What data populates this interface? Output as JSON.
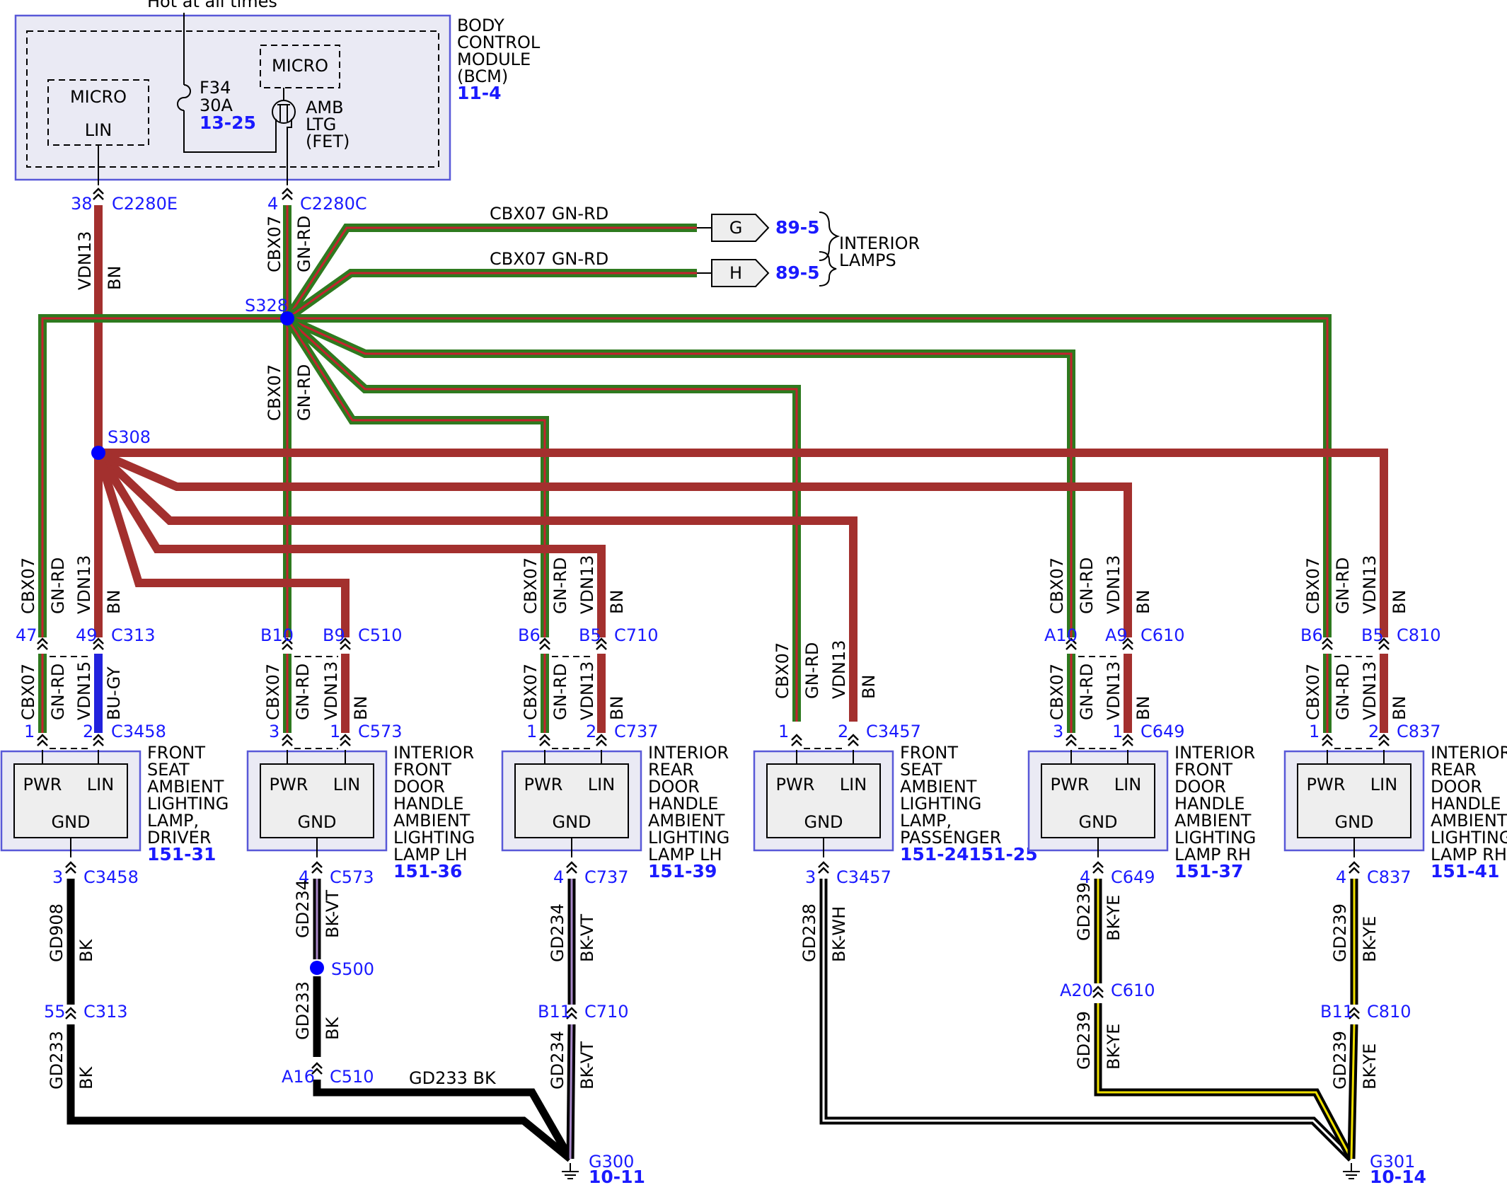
{
  "bcm": {
    "hot": "Hot at all times",
    "micro_lin_title": "MICRO",
    "micro_lin_pin": "LIN",
    "micro_fet_title": "MICRO",
    "fuse": [
      "F34",
      "30A"
    ],
    "fuse_ref": "13-25",
    "fet": [
      "AMB",
      "LTG",
      "(FET)"
    ],
    "name": [
      "BODY",
      "CONTROL",
      "MODULE",
      "(BCM)"
    ],
    "ref": "11-4"
  },
  "top": {
    "pin38": "38",
    "c2280e": "C2280E",
    "pin4": "4",
    "c2280c": "C2280C",
    "vdn13": "VDN13",
    "bn": "BN",
    "cbx07": "CBX07",
    "gnrd": "GN-RD",
    "s328": "S328",
    "s308": "S308",
    "wire_g_label": "CBX07  GN-RD",
    "wire_h_label": "CBX07  GN-RD",
    "conn_g": "G",
    "conn_h": "H",
    "conn_ref": "89-5",
    "interior_lamps": [
      "INTERIOR",
      "LAMPS"
    ]
  },
  "colors": {
    "green": "#2e7a1f",
    "red_stripe": "#c4222e",
    "brown": "#a3302e",
    "blue_wire": "#2222dd",
    "violet": "#a888c8",
    "yellow": "#f0e000",
    "splice": "#0000ff"
  },
  "modules": [
    {
      "upper_left_pin": "47",
      "upper_right_pin": "49",
      "upper_conn": "C313",
      "above": [
        "CBX07",
        "GN-RD",
        "VDN13",
        "BN"
      ],
      "below": [
        "CBX07",
        "GN-RD",
        "VDN15",
        "BU-GY"
      ],
      "lower_left_pin": "1",
      "lower_right_pin": "2",
      "lower_conn": "C3458",
      "pwr": "PWR",
      "lin": "LIN",
      "gnd": "GND",
      "name": [
        "FRONT",
        "SEAT",
        "AMBIENT",
        "LIGHTING",
        "LAMP,",
        "DRIVER"
      ],
      "ref": "151-31",
      "gnd_pin": "3",
      "gnd_conn": "C3458"
    },
    {
      "upper_left_pin": "B10",
      "upper_right_pin": "B9",
      "upper_conn": "C510",
      "above": [],
      "below": [
        "CBX07",
        "GN-RD",
        "VDN13",
        "BN"
      ],
      "lower_left_pin": "3",
      "lower_right_pin": "1",
      "lower_conn": "C573",
      "pwr": "PWR",
      "lin": "LIN",
      "gnd": "GND",
      "name": [
        "INTERIOR",
        "FRONT",
        "DOOR",
        "HANDLE",
        "AMBIENT",
        "LIGHTING",
        "LAMP LH"
      ],
      "ref": "151-36",
      "gnd_pin": "4",
      "gnd_conn": "C573"
    },
    {
      "upper_left_pin": "B6",
      "upper_right_pin": "B5",
      "upper_conn": "C710",
      "above": [
        "CBX07",
        "GN-RD",
        "VDN13",
        "BN"
      ],
      "below": [
        "CBX07",
        "GN-RD",
        "VDN13",
        "BN"
      ],
      "lower_left_pin": "1",
      "lower_right_pin": "2",
      "lower_conn": "C737",
      "pwr": "PWR",
      "lin": "LIN",
      "gnd": "GND",
      "name": [
        "INTERIOR",
        "REAR",
        "DOOR",
        "HANDLE",
        "AMBIENT",
        "LIGHTING",
        "LAMP LH"
      ],
      "ref": "151-39",
      "gnd_pin": "4",
      "gnd_conn": "C737"
    },
    {
      "upper_left_pin": "",
      "upper_right_pin": "",
      "upper_conn": "",
      "above": [
        "CBX07",
        "GN-RD",
        "VDN13",
        "BN"
      ],
      "below": [],
      "lower_left_pin": "1",
      "lower_right_pin": "2",
      "lower_conn": "C3457",
      "pwr": "PWR",
      "lin": "LIN",
      "gnd": "GND",
      "name": [
        "FRONT",
        "SEAT",
        "AMBIENT",
        "LIGHTING",
        "LAMP,",
        "PASSENGER"
      ],
      "ref": "151-24151-25",
      "gnd_pin": "3",
      "gnd_conn": "C3457"
    },
    {
      "upper_left_pin": "A10",
      "upper_right_pin": "A9",
      "upper_conn": "C610",
      "above": [
        "CBX07",
        "GN-RD",
        "VDN13",
        "BN"
      ],
      "below": [
        "CBX07",
        "GN-RD",
        "VDN13",
        "BN"
      ],
      "lower_left_pin": "3",
      "lower_right_pin": "1",
      "lower_conn": "C649",
      "pwr": "PWR",
      "lin": "LIN",
      "gnd": "GND",
      "name": [
        "INTERIOR",
        "FRONT",
        "DOOR",
        "HANDLE",
        "AMBIENT",
        "LIGHTING",
        "LAMP RH"
      ],
      "ref": "151-37",
      "gnd_pin": "4",
      "gnd_conn": "C649"
    },
    {
      "upper_left_pin": "B6",
      "upper_right_pin": "B5",
      "upper_conn": "C810",
      "above": [
        "CBX07",
        "GN-RD",
        "VDN13",
        "BN"
      ],
      "below": [
        "CBX07",
        "GN-RD",
        "VDN13",
        "BN"
      ],
      "lower_left_pin": "1",
      "lower_right_pin": "2",
      "lower_conn": "C837",
      "pwr": "PWR",
      "lin": "LIN",
      "gnd": "GND",
      "name": [
        "INTERIOR",
        "REAR",
        "DOOR",
        "HANDLE",
        "AMBIENT",
        "LIGHTING",
        "LAMP RH"
      ],
      "ref": "151-41",
      "gnd_pin": "4",
      "gnd_conn": "C837"
    }
  ],
  "grounds": {
    "m1_wire": [
      "GD908",
      "BK"
    ],
    "m1_pin": "55",
    "m1_conn": "C313",
    "m1_wire2": [
      "GD233",
      "BK"
    ],
    "m2_wire": [
      "GD234",
      "BK-VT"
    ],
    "s500": "S500",
    "m2_wire2": [
      "GD233",
      "BK"
    ],
    "m2_pin": "A16",
    "m2_conn": "C510",
    "m2_horizontal": "GD233  BK",
    "m3_wire": [
      "GD234",
      "BK-VT"
    ],
    "m3_pin": "B11",
    "m3_conn": "C710",
    "m3_wire2": [
      "GD234",
      "BK-VT"
    ],
    "m4_wire": [
      "GD238",
      "BK-WH"
    ],
    "m5_wire": [
      "GD239",
      "BK-YE"
    ],
    "m5_pin": "A20",
    "m5_conn": "C610",
    "m5_wire2": [
      "GD239",
      "BK-YE"
    ],
    "m6_wire": [
      "GD239",
      "BK-YE"
    ],
    "m6_pin": "B11",
    "m6_conn": "C810",
    "m6_wire2": [
      "GD239",
      "BK-YE"
    ],
    "g300": "G300",
    "g300_ref": "10-11",
    "g301": "G301",
    "g301_ref": "10-14"
  }
}
